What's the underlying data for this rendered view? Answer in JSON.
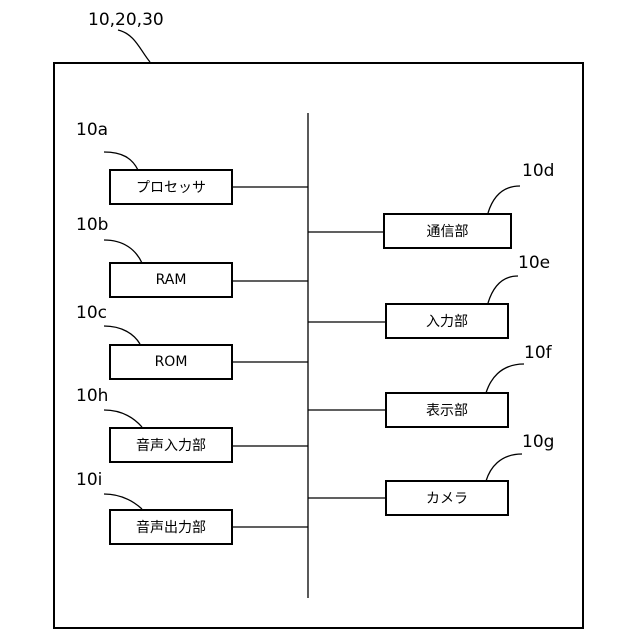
{
  "figure": {
    "container_ref": "10,20,30",
    "components": {
      "processor": {
        "ref": "10a",
        "label": "プロセッサ"
      },
      "ram": {
        "ref": "10b",
        "label": "RAM"
      },
      "rom": {
        "ref": "10c",
        "label": "ROM"
      },
      "audio_in": {
        "ref": "10h",
        "label": "音声入力部"
      },
      "audio_out": {
        "ref": "10i",
        "label": "音声出力部"
      },
      "comm": {
        "ref": "10d",
        "label": "通信部"
      },
      "input": {
        "ref": "10e",
        "label": "入力部"
      },
      "display": {
        "ref": "10f",
        "label": "表示部"
      },
      "camera": {
        "ref": "10g",
        "label": "カメラ"
      }
    }
  }
}
